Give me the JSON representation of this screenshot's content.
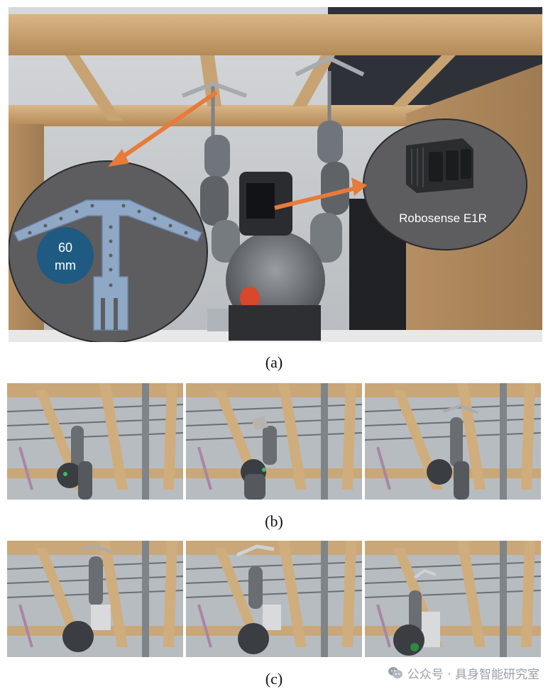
{
  "panel_a": {
    "hanger_callout_label": "60\nmm",
    "hanger_callout_line1": "60",
    "hanger_callout_line2": "mm",
    "lidar_callout_label": "Robosense E1R"
  },
  "captions": {
    "a": "(a)",
    "b": "(b)",
    "c": "(c)"
  },
  "watermark": {
    "text": "公众号 · 具身智能研究室"
  },
  "colors": {
    "arrow": "#e87a3a",
    "callout_bg": "#5d5d5f",
    "hanger": "#8fa8c6",
    "badge": "#1f5a82",
    "wood": "#c99f6c",
    "steel": "#8b9096"
  }
}
